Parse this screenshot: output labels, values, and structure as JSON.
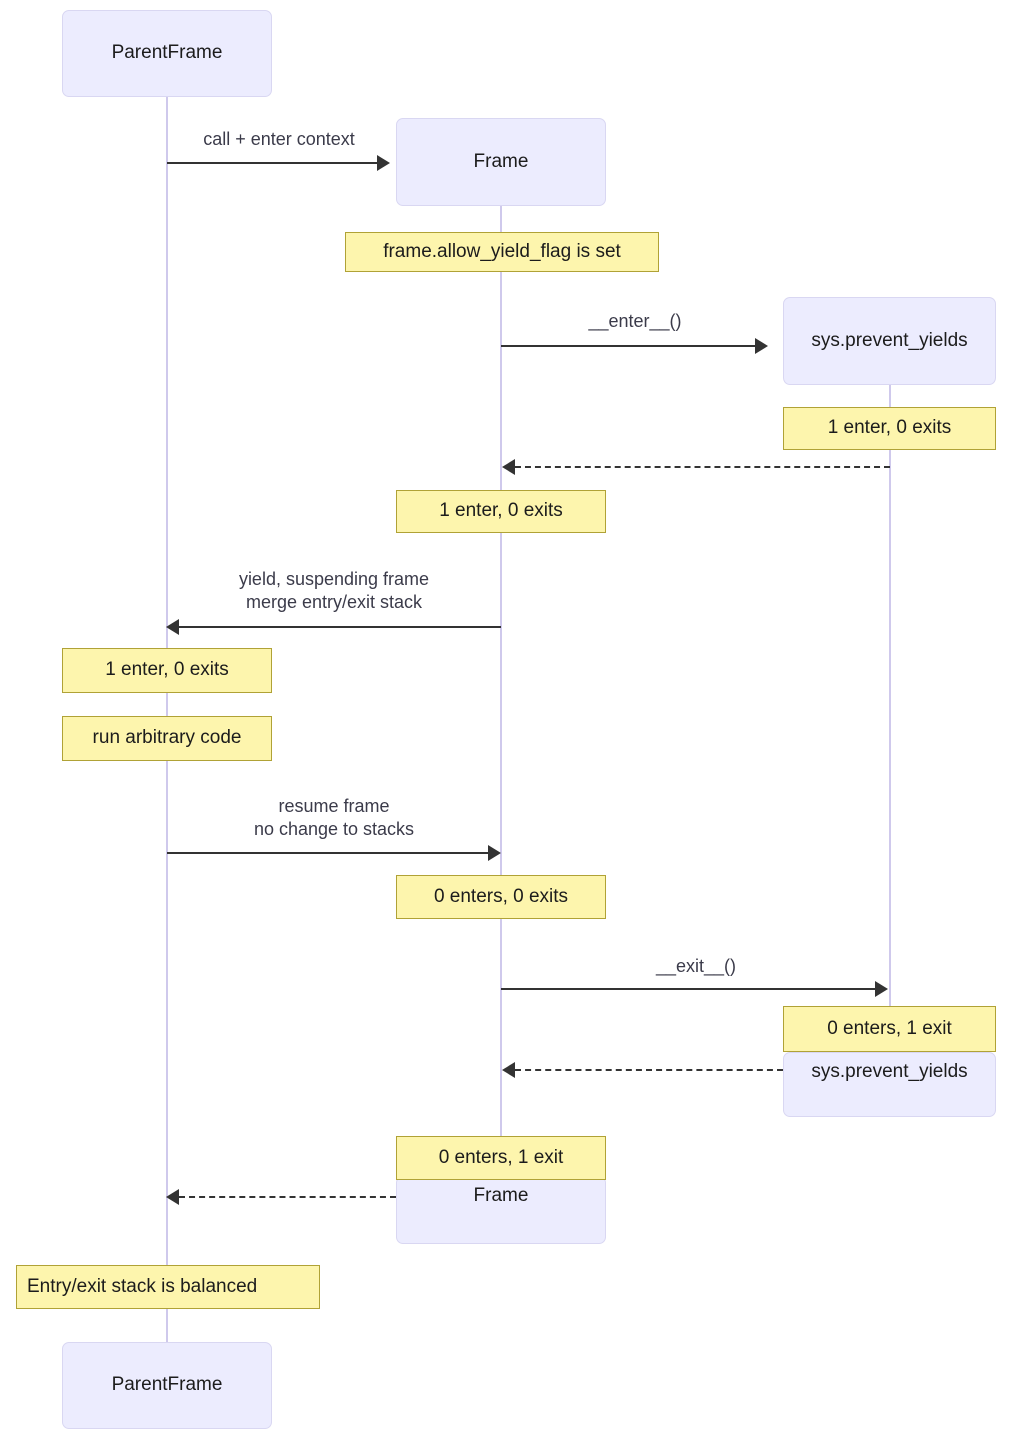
{
  "diagram": {
    "type": "sequence-diagram",
    "title": "Frame yield / prevent_yields entry-exit stack",
    "colors": {
      "participant_fill": "#ececfe",
      "participant_border": "#d9d7f2",
      "note_fill": "#fdf5ad",
      "note_border": "#b0a236",
      "lifeline": "#cfc9ec",
      "arrow": "#333333",
      "label_text": "#3b3b4a"
    }
  },
  "participants": [
    {
      "id": "parent_top",
      "label": "ParentFrame"
    },
    {
      "id": "frame_top",
      "label": "Frame"
    },
    {
      "id": "sys_top",
      "label": "sys.prevent_yields"
    },
    {
      "id": "sys_bottom",
      "label": "sys.prevent_yields"
    },
    {
      "id": "frame_bottom",
      "label": "Frame"
    },
    {
      "id": "parent_bottom",
      "label": "ParentFrame"
    }
  ],
  "messages": [
    {
      "id": "m1",
      "label": "call + enter context",
      "from": "ParentFrame",
      "to": "Frame",
      "style": "solid",
      "direction": "right"
    },
    {
      "id": "m2",
      "label": "__enter__()",
      "from": "Frame",
      "to": "sys.prevent_yields",
      "style": "solid",
      "direction": "right"
    },
    {
      "id": "m3",
      "label": "",
      "from": "sys.prevent_yields",
      "to": "Frame",
      "style": "dashed",
      "direction": "left"
    },
    {
      "id": "m4",
      "label_line1": "yield, suspending frame",
      "label_line2": "merge entry/exit stack",
      "from": "Frame",
      "to": "ParentFrame",
      "style": "solid",
      "direction": "left"
    },
    {
      "id": "m5",
      "label_line1": "resume frame",
      "label_line2": "no change to stacks",
      "from": "ParentFrame",
      "to": "Frame",
      "style": "solid",
      "direction": "right"
    },
    {
      "id": "m6",
      "label": "__exit__()",
      "from": "Frame",
      "to": "sys.prevent_yields",
      "style": "solid",
      "direction": "right"
    },
    {
      "id": "m7",
      "label": "",
      "from": "sys.prevent_yields",
      "to": "Frame",
      "style": "dashed",
      "direction": "left"
    },
    {
      "id": "m8",
      "label": "",
      "from": "Frame",
      "to": "ParentFrame",
      "style": "dashed",
      "direction": "left"
    }
  ],
  "notes": [
    {
      "id": "n1",
      "text": "frame.allow_yield_flag is set",
      "over": "Frame"
    },
    {
      "id": "n2",
      "text": "1 enter, 0 exits",
      "over": "sys.prevent_yields"
    },
    {
      "id": "n3",
      "text": "1 enter, 0 exits",
      "over": "Frame"
    },
    {
      "id": "n4",
      "text": "1 enter, 0 exits",
      "over": "ParentFrame"
    },
    {
      "id": "n5",
      "text": "run arbitrary code",
      "over": "ParentFrame"
    },
    {
      "id": "n6",
      "text": "0 enters, 0 exits",
      "over": "Frame"
    },
    {
      "id": "n7",
      "text": "0 enters, 1 exit",
      "over": "sys.prevent_yields"
    },
    {
      "id": "n8",
      "text": "0 enters, 1 exit",
      "over": "Frame"
    },
    {
      "id": "n9",
      "text": "Entry/exit stack is balanced",
      "over": "ParentFrame"
    }
  ]
}
